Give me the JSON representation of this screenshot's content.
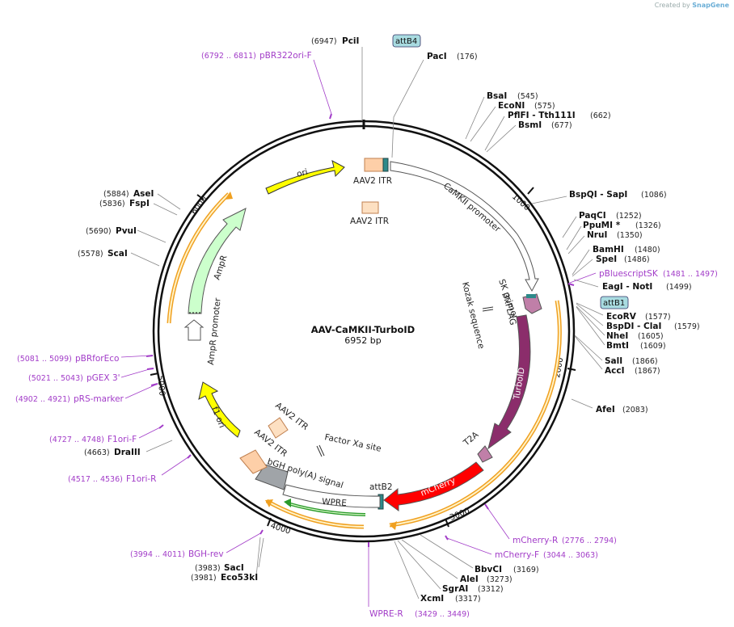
{
  "credit": {
    "created_by": "Created by",
    "brand": "SnapGene"
  },
  "plasmid": {
    "name": "AAV-CaMKII-TurboID",
    "size": "6952 bp"
  },
  "ticks": [
    "1000",
    "2000",
    "3000",
    "4000",
    "5000",
    "6000"
  ],
  "sites": {
    "pcii": {
      "name": "PciI",
      "pos": "(6947)"
    },
    "paci": {
      "name": "PacI",
      "pos": "(176)"
    },
    "bsai": {
      "name": "BsaI",
      "pos": "(545)"
    },
    "econi": {
      "name": "EcoNI",
      "pos": "(575)"
    },
    "pflfi": {
      "name": "PflFI  - Tth111I",
      "pos": "(662)"
    },
    "bsmi": {
      "name": "BsmI",
      "pos": "(677)"
    },
    "bspqi": {
      "name": "BspQI  - SapI",
      "pos": "(1086)"
    },
    "paqci": {
      "name": "PaqCI",
      "pos": "(1252)"
    },
    "ppumi": {
      "name": "PpuMI *",
      "pos": "(1326)"
    },
    "nrui": {
      "name": "NruI",
      "pos": "(1350)"
    },
    "bamhi": {
      "name": "BamHI",
      "pos": "(1480)"
    },
    "spei": {
      "name": "SpeI",
      "pos": "(1486)"
    },
    "eagi": {
      "name": "EagI  - NotI",
      "pos": "(1499)"
    },
    "ecorv": {
      "name": "EcoRV",
      "pos": "(1577)"
    },
    "bspdi": {
      "name": "BspDI  - ClaI",
      "pos": "(1579)"
    },
    "nhei": {
      "name": "NheI",
      "pos": "(1605)"
    },
    "bmti": {
      "name": "BmtI",
      "pos": "(1609)"
    },
    "sali": {
      "name": "SalI",
      "pos": "(1866)"
    },
    "acci": {
      "name": "AccI",
      "pos": "(1867)"
    },
    "afei": {
      "name": "AfeI",
      "pos": "(2083)"
    },
    "bbvci": {
      "name": "BbvCI",
      "pos": "(3169)"
    },
    "alei": {
      "name": "AleI",
      "pos": "(3273)"
    },
    "sgrai": {
      "name": "SgrAI",
      "pos": "(3312)"
    },
    "xcmi": {
      "name": "XcmI",
      "pos": "(3317)"
    },
    "saci": {
      "name": "SacI",
      "pos": "(3983)"
    },
    "eco53ki": {
      "name": "Eco53kI",
      "pos": "(3981)"
    },
    "draiii": {
      "name": "DraIII",
      "pos": "(4663)"
    },
    "scai": {
      "name": "ScaI",
      "pos": "(5578)"
    },
    "pvui": {
      "name": "PvuI",
      "pos": "(5690)"
    },
    "fspi": {
      "name": "FspI",
      "pos": "(5836)"
    },
    "asei": {
      "name": "AseI",
      "pos": "(5884)"
    }
  },
  "primers": {
    "pbr322": {
      "name": "pBR322ori-F",
      "pos": "(6792 .. 6811)"
    },
    "pbluescript": {
      "name": "pBluescriptSK",
      "pos": "(1481 .. 1497)"
    },
    "pbrforeco": {
      "name": "pBRforEco",
      "pos": "(5081 .. 5099)"
    },
    "pgex": {
      "name": "pGEX 3'",
      "pos": "(5021 .. 5043)"
    },
    "prs": {
      "name": "pRS-marker",
      "pos": "(4902 .. 4921)"
    },
    "f1orif": {
      "name": "F1ori-F",
      "pos": "(4727 .. 4748)"
    },
    "f1orir": {
      "name": "F1ori-R",
      "pos": "(4517 .. 4536)"
    },
    "bghrev": {
      "name": "BGH-rev",
      "pos": "(3994 .. 4011)"
    },
    "wprer": {
      "name": "WPRE-R",
      "pos": "(3429 .. 3449)"
    },
    "mcherryr": {
      "name": "mCherry-R",
      "pos": "(2776 .. 2794)"
    },
    "mcherryf": {
      "name": "mCherry-F",
      "pos": "(3044 .. 3063)"
    }
  },
  "boxes": {
    "attb4": "attB4",
    "attb1": "attB1"
  },
  "features": {
    "ori": "ori",
    "aav2itr1": "AAV2 ITR",
    "aav2itr2": "AAV2 ITR",
    "aav2itr3": "AAV2 ITR",
    "aav2itr4": "AAV2 ITR",
    "camkii": "CaMKII promoter",
    "skprimer": "SK primer",
    "kozak": "Kozak sequence",
    "flag": "3xFLAG",
    "turboid": "TurboID",
    "t2a": "T2A",
    "mcherry": "mCherry",
    "attb2": "attB2",
    "wpre": "WPRE",
    "bgh": "bGH poly(A) signal",
    "factorxa": "Factor Xa site",
    "f1ori": "f1 ori",
    "ampr": "AmpR",
    "amprpromoter": "AmpR promoter"
  },
  "colors": {
    "ori": "#ffff00",
    "itr": "#fdcfa8",
    "turboid": "#8b2d6b",
    "mcherry": "#ff0000",
    "ampr": "#ccffcc",
    "f1ori": "#ffff00",
    "primer": "#a23cc8",
    "orange_arc": "#f0a020",
    "wpre_green": "#2a9a2a",
    "bgh_gray": "#a0a4a8",
    "attb_box": "#a8dbe0"
  }
}
